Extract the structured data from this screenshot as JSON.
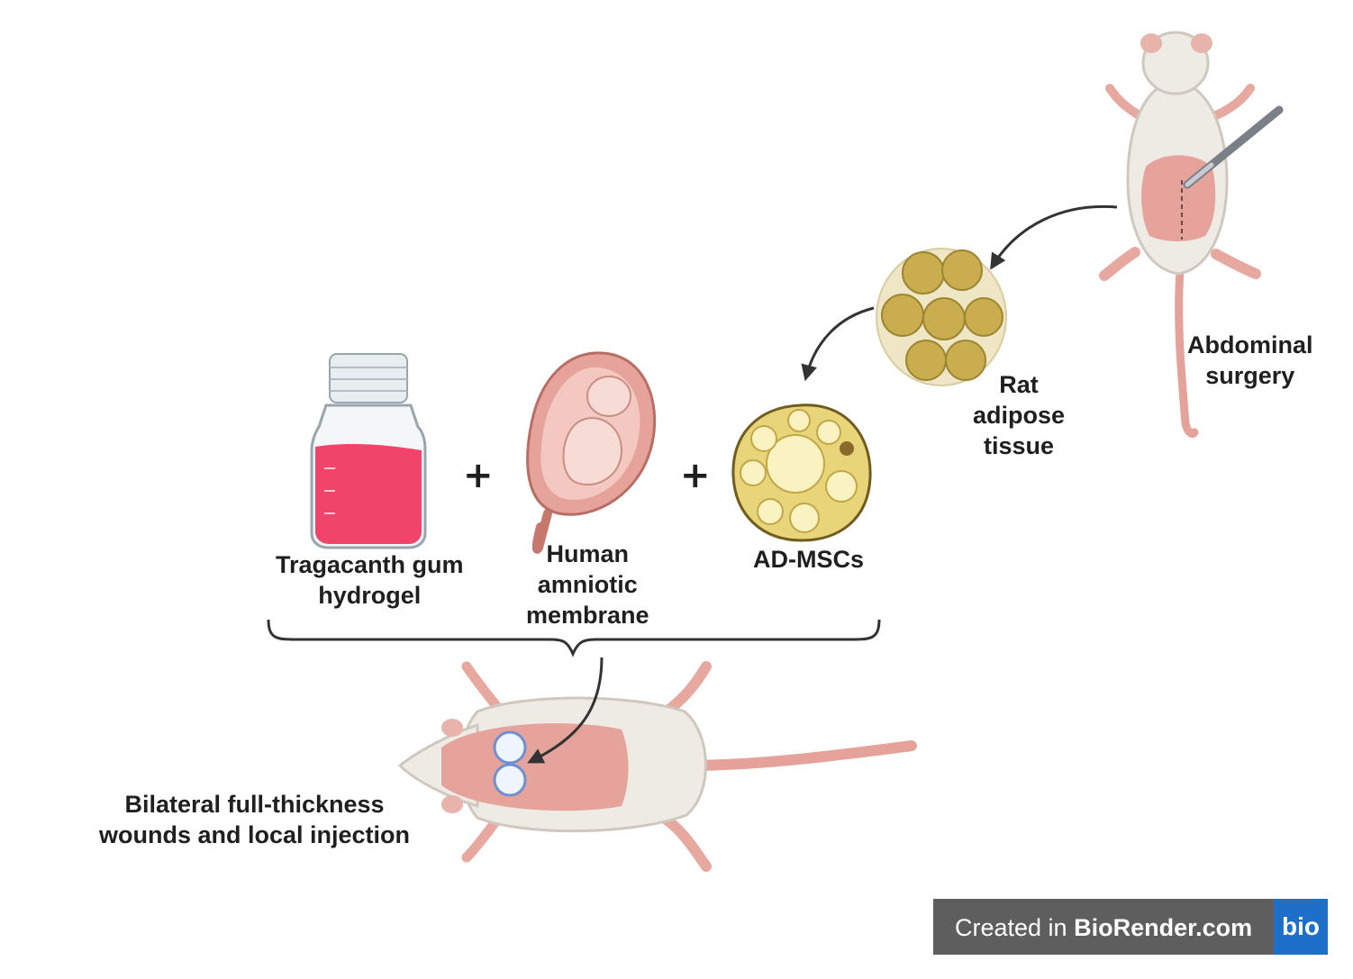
{
  "labels": {
    "abdominal_surgery": [
      "Abdominal",
      "surgery"
    ],
    "rat_adipose": [
      "Rat",
      "adipose",
      "tissue"
    ],
    "tragacanth": [
      "Tragacanth gum",
      "hydrogel"
    ],
    "amniotic": [
      "Human",
      "amniotic",
      "membrane"
    ],
    "ad_mscs": [
      "AD-MSCs"
    ],
    "wounds": [
      "Bilateral full-thickness",
      "wounds and local injection"
    ]
  },
  "plus_signs": [
    "+",
    "+"
  ],
  "badge": {
    "prefix": "Created in ",
    "brand": "BioRender.com",
    "logo": "bio"
  },
  "icons": {
    "vial": "hydrogel-vial-icon",
    "uterus": "fetus-in-uterus-icon",
    "cell": "adipose-stem-cell-icon",
    "tissue": "adipose-tissue-cluster-icon",
    "rat_supine": "rat-abdominal-surgery-icon",
    "rat_prone": "rat-wound-model-icon"
  },
  "colors": {
    "text": "#1f1f1f",
    "hydrogel": "#f0446a",
    "skin": "#e6a39b",
    "fur": "#eeeae4",
    "fat": "#e8d57a",
    "badge": "#5e5e5e",
    "logo": "#1e6fc7"
  }
}
